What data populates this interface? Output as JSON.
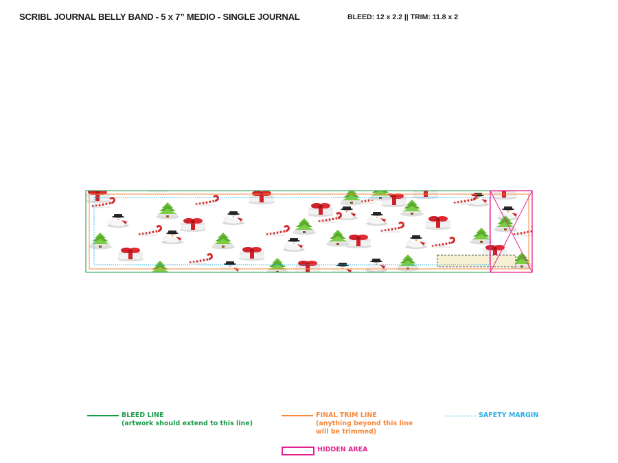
{
  "header": {
    "title": "SCRIBL JOURNAL BELLY BAND - 5 x 7” MEDIO - SINGLE JOURNAL",
    "spec": "BLEED: 12 x 2.2 || TRIM: 11.8 x 2"
  },
  "band": {
    "pattern_icons": [
      "gift-box-icon",
      "christmas-tree-icon",
      "snowman-icon",
      "candy-cane-icon"
    ],
    "colors": {
      "bleed": "#1a9a4a",
      "trim": "#f4883a",
      "safety": "#2ab0e6",
      "hidden": "#e6228e",
      "label_box": "#f7f0d2"
    }
  },
  "legend": {
    "bleed": {
      "label": "BLEED LINE",
      "note": "(artwork should extend to this line)"
    },
    "trim": {
      "label": "FINAL TRIM LINE",
      "note_line1": "(anything beyond this line",
      "note_line2": "will be trimmed)"
    },
    "safety": {
      "label": "SAFETY MARGIN"
    },
    "hidden": {
      "label": "HIDDEN AREA"
    }
  }
}
